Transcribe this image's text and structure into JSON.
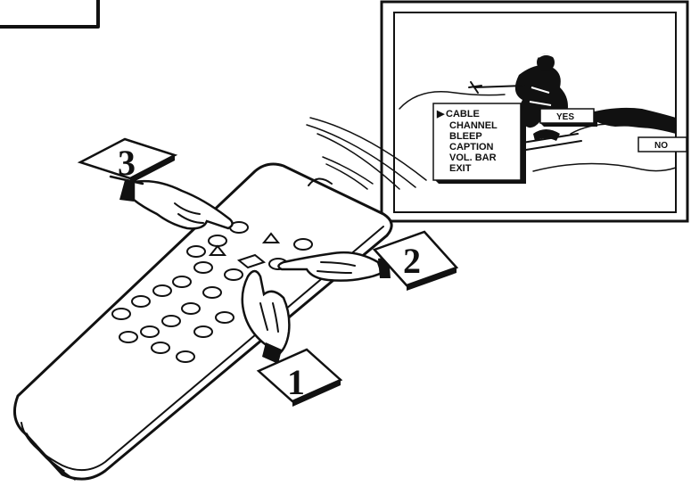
{
  "tv_menu": {
    "items": [
      "CABLE",
      "CHANNEL",
      "BLEEP",
      "CAPTION",
      "VOL. BAR",
      "EXIT"
    ],
    "selected_index": 0,
    "cursor_glyph": "▶"
  },
  "tv_tags": {
    "yes": "YES",
    "no": "NO"
  },
  "steps": [
    {
      "number": "1"
    },
    {
      "number": "2"
    },
    {
      "number": "3"
    }
  ]
}
